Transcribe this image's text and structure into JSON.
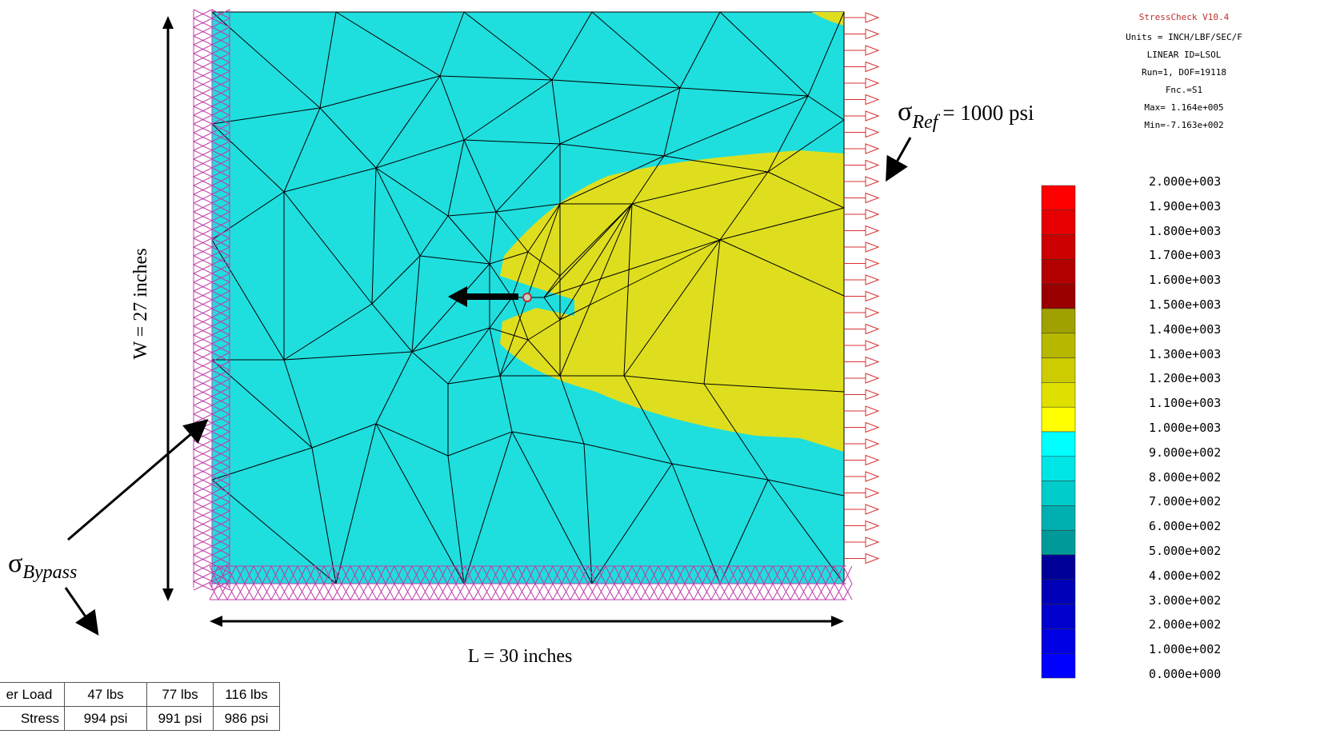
{
  "header": {
    "version": "StressCheck V10.4",
    "units": "Units = INCH/LBF/SEC/F",
    "linear": "LINEAR ID=LSOL",
    "run": "Run=1, DOF=19118",
    "fnc": "Fnc.=S1",
    "max": "Max= 1.164e+005",
    "min": "Min=-7.163e+002"
  },
  "legend": {
    "labels": [
      "2.000e+003",
      "1.900e+003",
      "1.800e+003",
      "1.700e+003",
      "1.600e+003",
      "1.500e+003",
      "1.400e+003",
      "1.300e+003",
      "1.200e+003",
      "1.100e+003",
      "1.000e+003",
      "9.000e+002",
      "8.000e+002",
      "7.000e+002",
      "6.000e+002",
      "5.000e+002",
      "4.000e+002",
      "3.000e+002",
      "2.000e+002",
      "1.000e+002",
      "0.000e+000"
    ],
    "colors": [
      "#ff0000",
      "#e60000",
      "#cc0000",
      "#b30000",
      "#9a0000",
      "#a0a000",
      "#b8b800",
      "#cccc00",
      "#e0e000",
      "#ffff00",
      "#00ffff",
      "#00e5e5",
      "#00cccc",
      "#00b0b0",
      "#009a9a",
      "#000099",
      "#0000b8",
      "#0000cc",
      "#0000e5",
      "#0000ff"
    ]
  },
  "annotations": {
    "width": "W = 27 inches",
    "length": "L = 30 inches",
    "sigma": "σ",
    "ref_sub": "Ref",
    "ref_val": "= 1000 psi",
    "bypass_sub": "Bypass"
  },
  "colors": {
    "cyan": "#1fdede",
    "yellow": "#dede1f",
    "bc_left": "#c03ca8",
    "load": "#d83030",
    "mesh": "#000000"
  },
  "table": {
    "rows": [
      [
        "er Load",
        "47 lbs",
        "77 lbs",
        "116 lbs"
      ],
      [
        "Stress",
        "994 psi",
        "991 psi",
        "986 psi"
      ]
    ]
  }
}
